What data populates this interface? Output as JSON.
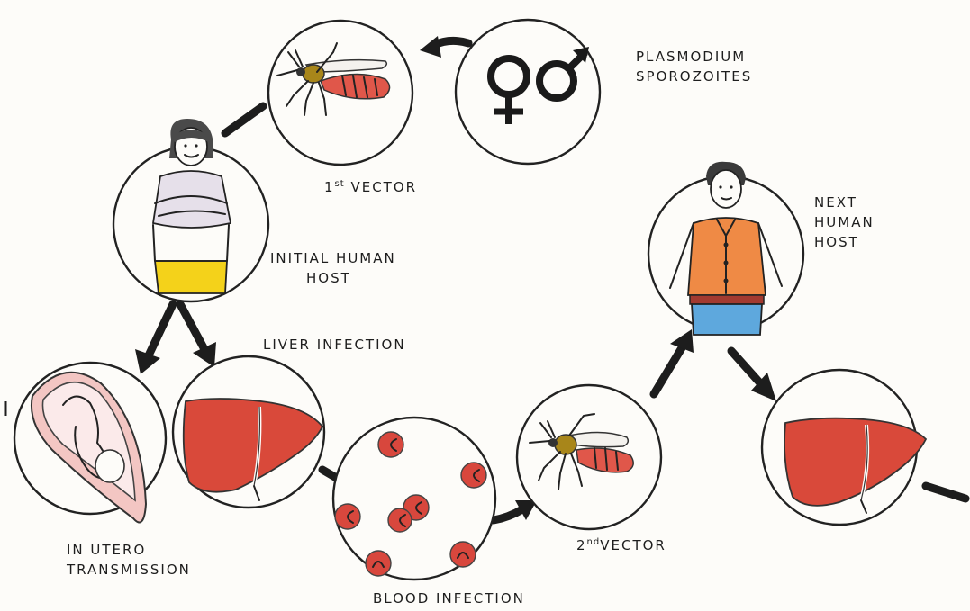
{
  "labels": {
    "sporozoites_line1": "PLASMODIUM",
    "sporozoites_line2": "SPOROZOITES",
    "first_vector_num": "1",
    "first_vector_sup": "st",
    "first_vector_word": "VECTOR",
    "initial_host_line1": "INITIAL HUMAN",
    "initial_host_line2": "HOST",
    "liver_infection": "LIVER INFECTION",
    "in_utero_line1": "IN UTERO",
    "in_utero_line2": "TRANSMISSION",
    "blood_infection": "BLOOD INFECTION",
    "second_vector_num": "2",
    "second_vector_sup": "nd",
    "second_vector_word": "VECTOR",
    "next_host_line1": "NEXT",
    "next_host_line2": "HUMAN",
    "next_host_line3": "HOST"
  },
  "colors": {
    "liver": "#d9493a",
    "blood_cell": "#d8473d",
    "mosquito_abdomen": "#e0574a",
    "mosquito_thorax": "#a8861a",
    "initial_host_shirt": "#e6e0ea",
    "initial_host_shorts": "#f4d21a",
    "next_host_shirt": "#ef8a45",
    "next_host_pants": "#5ea8dd",
    "uterus": "#e9a0a0"
  }
}
